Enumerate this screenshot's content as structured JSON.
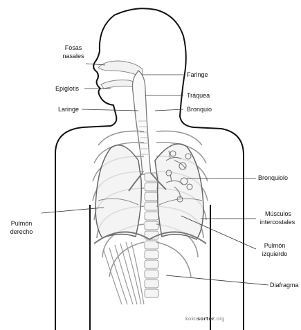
{
  "labels": {
    "fosas_nasales_1": "Fosas",
    "fosas_nasales_2": "nasales",
    "faringe": "Faringe",
    "epiglotis": "Epiglotis",
    "traquea": "Tráquea",
    "laringe": "Laringe",
    "bronquio": "Bronquio",
    "bronquiolo": "Bronquiolo",
    "musculos_1": "Músculos",
    "musculos_2": "intercostales",
    "pulmon_derecho_1": "Pulmón",
    "pulmon_derecho_2": "derecho",
    "pulmon_izquierdo_1": "Pulmón",
    "pulmon_izquierdo_2": "izquierdo",
    "diafragma": "Diafragma"
  },
  "watermark": {
    "pre": "koko",
    "brand": "sorter",
    "post": ".org"
  },
  "colors": {
    "outline": "#111111",
    "organ": "#8a8a8a",
    "rib": "#9a9a9a",
    "background": "#ffffff"
  }
}
